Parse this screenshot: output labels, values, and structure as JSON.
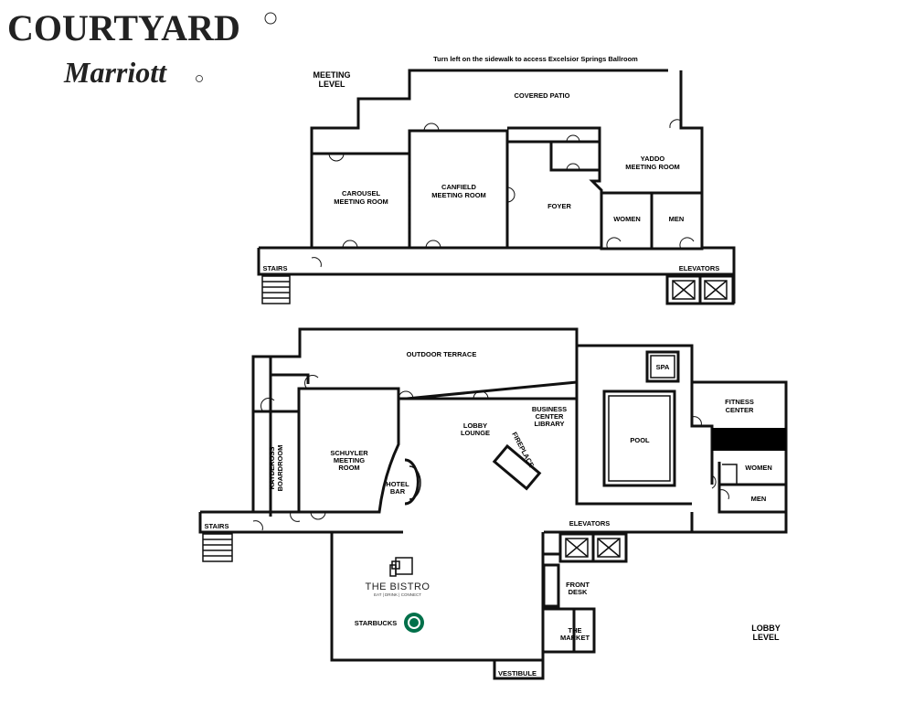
{
  "logo": {
    "brand": "COURTYARD",
    "registered": "®",
    "sub_brand": "Marriott"
  },
  "meeting_level": {
    "level_label_line1": "MEETING",
    "level_label_line2": "LEVEL",
    "note": "Turn left on the sidewalk to access Excelsior Springs Ballroom",
    "covered_patio": "COVERED PATIO",
    "carousel_line1": "CAROUSEL",
    "carousel_line2": "MEETING ROOM",
    "canfield_line1": "CANFIELD",
    "canfield_line2": "MEETING ROOM",
    "foyer": "FOYER",
    "yaddo_line1": "YADDO",
    "yaddo_line2": "MEETING ROOM",
    "women": "WOMEN",
    "men": "MEN",
    "stairs": "STAIRS",
    "elevators": "ELEVATORS"
  },
  "lobby_level": {
    "level_label_line1": "LOBBY",
    "level_label_line2": "LEVEL",
    "outdoor_terrace": "OUTDOOR TERRACE",
    "spa": "SPA",
    "pool": "POOL",
    "fitness_line1": "FITNESS",
    "fitness_line2": "CENTER",
    "women": "WOMEN",
    "men": "MEN",
    "business_line1": "BUSINESS",
    "business_line2": "CENTER",
    "business_line3": "LIBRARY",
    "lobby_line1": "LOBBY",
    "lobby_line2": "LOUNGE",
    "fireplace": "FIREPLACE",
    "schuyler_line1": "SCHUYLER",
    "schuyler_line2": "MEETING",
    "schuyler_line3": "ROOM",
    "hotel_bar_line1": "HOTEL",
    "hotel_bar_line2": "BAR",
    "kaydeross_line1": "KAYDEROSS",
    "kaydeross_line2": "BOARDROOM",
    "stairs": "STAIRS",
    "elevators": "ELEVATORS",
    "front_desk_line1": "FRONT",
    "front_desk_line2": "DESK",
    "the_market_line1": "THE",
    "the_market_line2": "MARKET",
    "vestibule": "VESTIBULE",
    "bistro_name": "THE BISTRO",
    "bistro_tagline": "EAT | DRINK | CONNECT",
    "starbucks": "STARBUCKS"
  }
}
